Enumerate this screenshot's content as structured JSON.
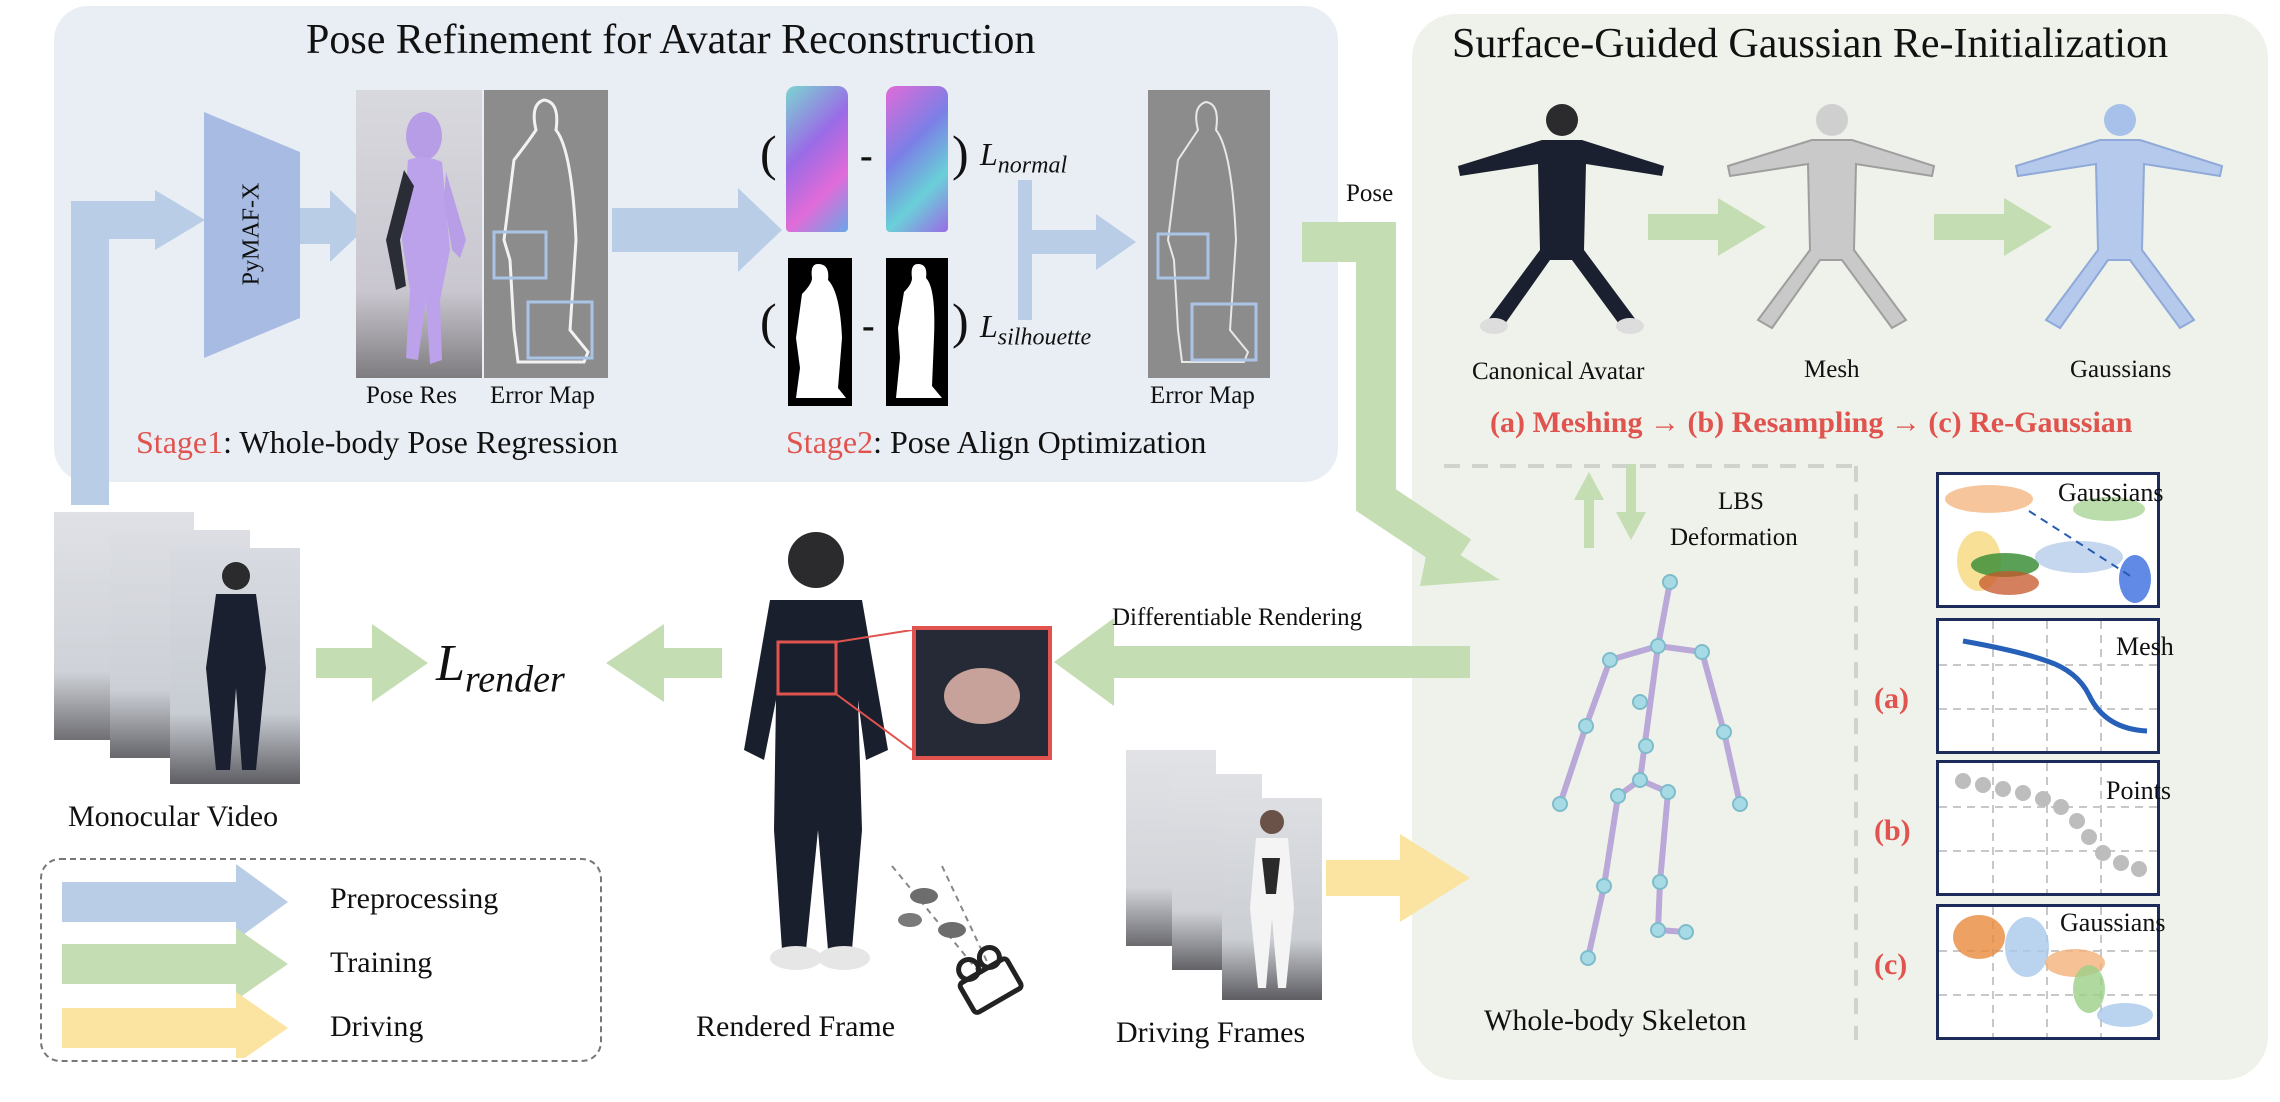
{
  "panels": {
    "pose_refinement_title": "Pose Refinement for Avatar Reconstruction",
    "gaussian_title": "Surface-Guided Gaussian Re-Initialization"
  },
  "stage1": {
    "network": "PyMAF-X",
    "pose_res": "Pose Res",
    "error_map": "Error Map",
    "prefix": "Stage1",
    "suffix": ": Whole-body Pose Regression"
  },
  "stage2": {
    "loss_normal_base": "L",
    "loss_normal_sub": "normal",
    "loss_sil_base": "L",
    "loss_sil_sub": "silhouette",
    "error_map": "Error Map",
    "prefix": "Stage2",
    "suffix": ": Pose Align Optimization",
    "minus": "-"
  },
  "flow": {
    "pose": "Pose",
    "lbs": "LBS",
    "deformation": "Deformation",
    "differentiable_rendering": "Differentiable Rendering",
    "render_loss_base": "L",
    "render_loss_sub": "render"
  },
  "reinit": {
    "canonical_avatar": "Canonical Avatar",
    "mesh": "Mesh",
    "gaussians": "Gaussians",
    "steps": "(a) Meshing → (b) Resampling → (c) Re-Gaussian",
    "box_gaussians_top": "Gaussians",
    "box_mesh": "Mesh",
    "box_points": "Points",
    "box_gaussians_bottom": "Gaussians",
    "label_a": "(a)",
    "label_b": "(b)",
    "label_c": "(c)"
  },
  "captions": {
    "monocular_video": "Monocular Video",
    "rendered_frame": "Rendered Frame",
    "driving_frames": "Driving Frames",
    "skeleton": "Whole-body Skeleton"
  },
  "legend": {
    "preprocessing": "Preprocessing",
    "training": "Training",
    "driving": "Driving"
  },
  "colors": {
    "preprocessing": "#b9cde6",
    "training": "#c5ddb3",
    "driving": "#fbe3a2",
    "highlight": "#e0534e",
    "box_stroke": "#1c2b5a"
  }
}
